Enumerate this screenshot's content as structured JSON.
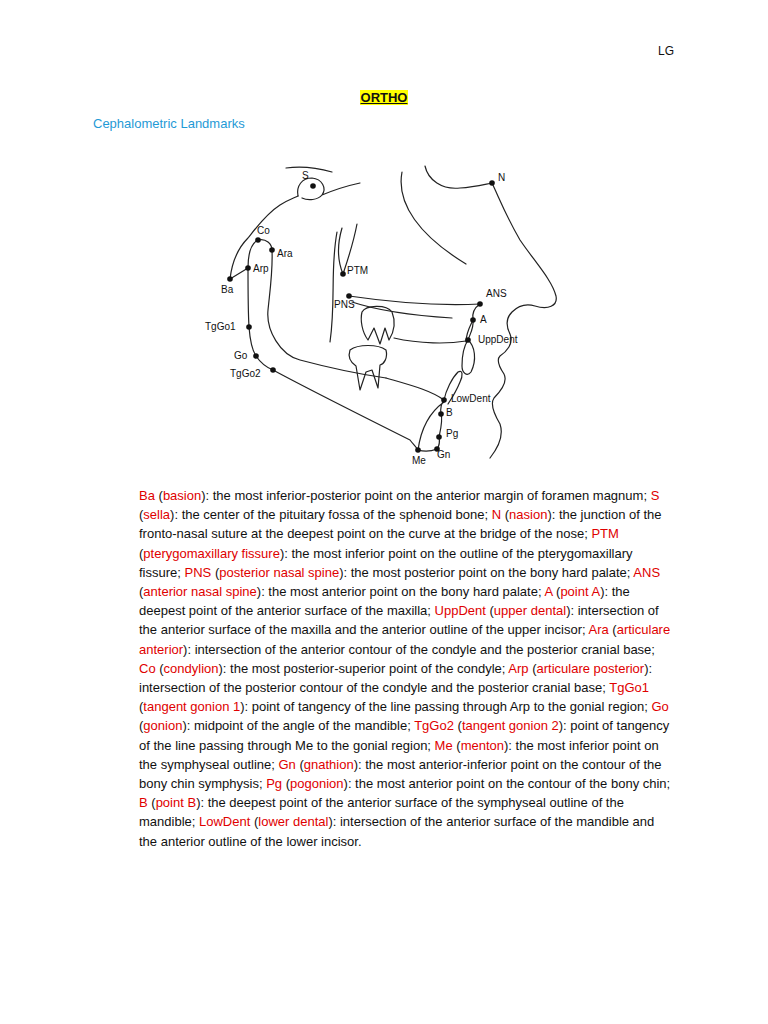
{
  "diagram": {
    "title": "ORTHO",
    "labels": [
      "LG",
      "Cephalometric Landmarks",
      "S",
      "N",
      "Co",
      "Ara",
      "Arp",
      "Ba",
      "PTM",
      "ANS",
      "PNS",
      "A",
      "TgGo1",
      "UppDent",
      "Go",
      "TgGo2",
      "LowDent",
      "B",
      "Pg",
      "Me",
      "Gn",
      "Ba",
      "(",
      "basion",
      "): the most inferior-posterior point on the anterior margin of foramen magnum;",
      "S",
      "(",
      "sella",
      "): the center of the pituitary fossa of the sphenoid bone;",
      "N",
      "(",
      "nasion",
      "): the junction of the fronto-nasal suture at the deepest point on the curve at the bridge of the nose;",
      "PTM",
      "(",
      "pterygomaxillary fissure",
      "): the most inferior point on the outline of the pterygomaxillary fissure;",
      "PNS",
      "(",
      "posterior nasal spine",
      "): the most posterior point on the bony hard palate;",
      "ANS",
      "(",
      "anterior nasal spine",
      "): the most anterior point on the bony hard palate;",
      "A",
      "(",
      "point A",
      "): the deepest point of the anterior surface of the maxilla;",
      "UppDent",
      "(",
      "upper dental",
      "): intersection of the anterior surface of the maxilla and the anterior outline of the upper incisor;",
      "Ara",
      "(",
      "articulare anterior",
      "): intersection of the anterior contour of the condyle and the posterior cranial base;",
      "Co",
      "(",
      "condylion",
      "): the most posterior-superior point of the condyle;",
      "Arp",
      "(",
      "articulare posterior",
      "): intersection of the posterior contour of the condyle and the posterior cranial base;",
      "TgGo1",
      "(",
      "tangent gonion 1",
      "): point of tangency of the line passing through Arp to the gonial region;",
      "Go",
      "(",
      "gonion",
      "): midpoint of the angle of the mandible;",
      "TgGo2",
      "(",
      "tangent gonion 2",
      "): point of tangency of the line passing through Me to the gonial region;",
      "Me",
      "(",
      "menton",
      "): the most inferior point on the symphyseal outline;",
      "Gn",
      "(",
      "gnathion",
      "): the most anterior-inferior point on the contour of the bony chin symphysis;",
      "Pg",
      "(",
      "pogonion",
      "): the most anterior point on the contour of the bony chin;",
      "B",
      "(",
      "point B",
      "): the deepest point of the anterior surface of the symphyseal outline of the mandible;",
      "LowDent",
      "(",
      "lower dental",
      "): intersection of the anterior surface of the mandible and the anterior outline of the lower incisor."
    ]
  }
}
